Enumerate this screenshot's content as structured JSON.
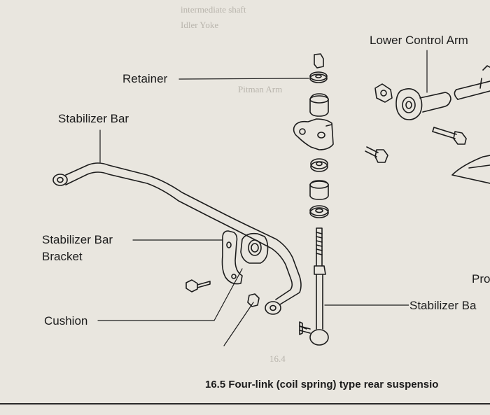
{
  "labels": {
    "lower_control_arm": "Lower Control Arm",
    "retainer": "Retainer",
    "stabilizer_bar": "Stabilizer Bar",
    "stabilizer_bar_bracket_line1": "Stabilizer Bar",
    "stabilizer_bar_bracket_line2": "Bracket",
    "cushion": "Cushion",
    "pro": "Pro",
    "stabilizer_bar_link": "Stabilizer Ba"
  },
  "caption": "16.5 Four-link (coil spring) type rear suspensio",
  "bleed_through": {
    "a": "intermediate shaft",
    "b": "Idler Yoke",
    "c": "Pitman Arm",
    "d": "16.4"
  },
  "colors": {
    "paper": "#e9e6df",
    "ink": "#1c1c1c",
    "bleed": "#b9b5ad"
  }
}
